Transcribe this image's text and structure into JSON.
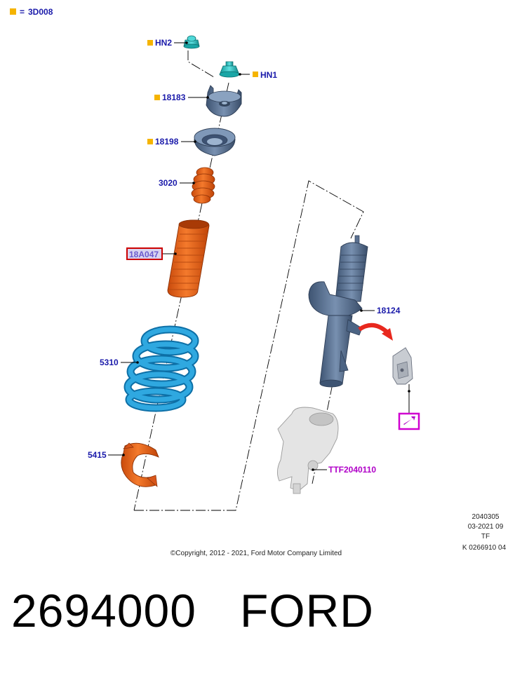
{
  "legend": {
    "marker_color": "#f5b400",
    "equals": "=",
    "code": "3D008"
  },
  "labels": {
    "hn2": "HN2",
    "hn1": "HN1",
    "p18183": "18183",
    "p18198": "18198",
    "p3020": "3020",
    "p18A047": "18A047",
    "p5310": "5310",
    "p5415": "5415",
    "p18124": "18124",
    "ttf": "TTF2040110"
  },
  "meta": {
    "line1": "2040305",
    "line2": "03-2021 09",
    "line3": "TF",
    "line4": "K 0266910 04"
  },
  "copyright": "©Copyright, 2012 - 2021, Ford Motor Company Limited",
  "footer": {
    "part_number": "2694000",
    "brand": "FORD"
  },
  "colors": {
    "label_blue": "#1a1aaa",
    "label_magenta": "#b000c8",
    "highlight_red": "#cc0000",
    "orange_part": "#f06a1e",
    "blue_spring": "#2aa0dc",
    "grey_blue_part": "#5f7898",
    "teal_nut": "#30c2c2",
    "silver_knuckle": "#d4d4d4",
    "arrow_red": "#e8281e"
  }
}
